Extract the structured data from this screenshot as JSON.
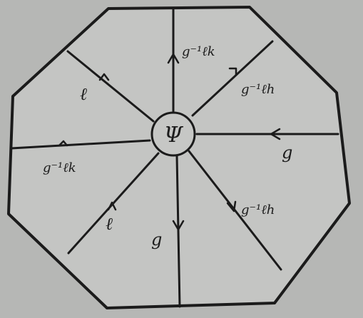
{
  "colors": {
    "paper": "#b9bab8",
    "paper_inner": "#c3c4c2",
    "ink": "#1b1b1b"
  },
  "diagram": {
    "center_label": "Ψ",
    "labels": {
      "top": "g⁻¹ℓk",
      "upper_left": "ℓ",
      "upper_right": "g⁻¹ℓh",
      "right": "g",
      "left": "g⁻¹ℓk",
      "lower_left": "ℓ",
      "bottom": "g",
      "lower_right": "g⁻¹ℓh"
    }
  }
}
